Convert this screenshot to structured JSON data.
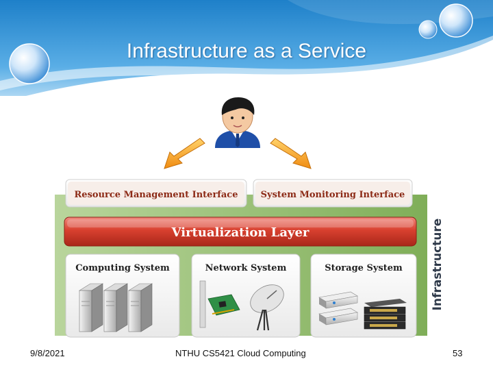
{
  "slide": {
    "title": "Infrastructure as a Service"
  },
  "diagram": {
    "interfaces": {
      "resource_management": "Resource Management Interface",
      "system_monitoring": "System Monitoring Interface"
    },
    "virtualization_layer": "Virtualization  Layer",
    "systems": {
      "computing": "Computing System",
      "network": "Network System",
      "storage": "Storage System"
    },
    "side_label": "Infrastructure"
  },
  "footer": {
    "date": "9/8/2021",
    "course": "NTHU CS5421 Cloud Computing",
    "page": "53"
  }
}
